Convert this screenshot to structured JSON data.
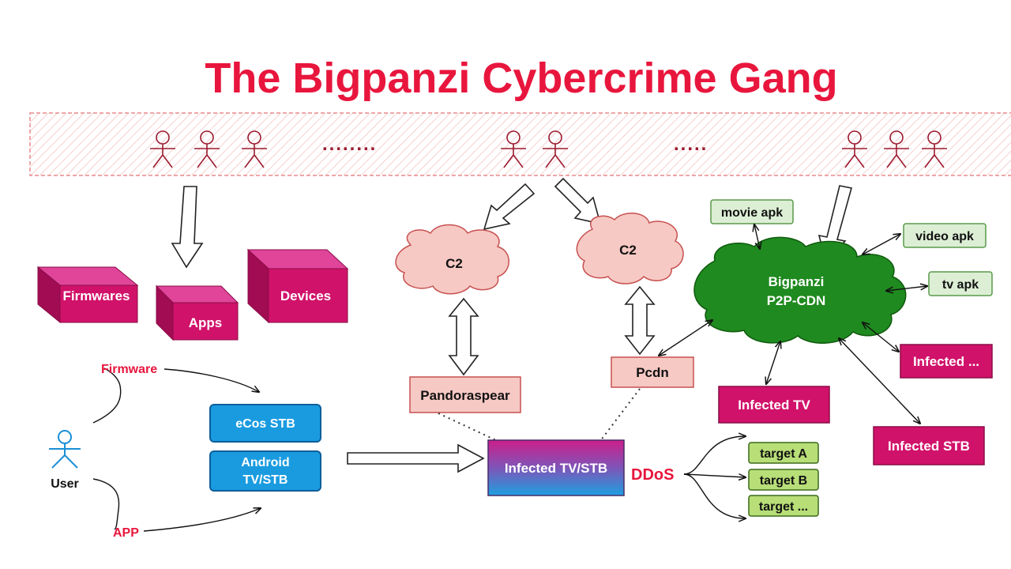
{
  "title": "The Bigpanzi Cybercrime Gang",
  "banner": {
    "dots_left": "........",
    "dots_right": "....."
  },
  "nodes": {
    "firmwares": "Firmwares",
    "apps": "Apps",
    "devices": "Devices",
    "firmware_label": "Firmware",
    "app_label": "APP",
    "user": "User",
    "ecos": "eCos STB",
    "android_line1": "Android",
    "android_line2": "TV/STB",
    "c2_left": "C2",
    "c2_right": "C2",
    "pandoraspear": "Pandoraspear",
    "pcdn": "Pcdn",
    "infected_center": "Infected TV/STB",
    "ddos": "DDoS",
    "target_a": "target A",
    "target_b": "target B",
    "target_more": "target ...",
    "cdn_line1": "Bigpanzi",
    "cdn_line2": "P2P-CDN",
    "movie_apk": "movie apk",
    "video_apk": "video apk",
    "tv_apk": "tv apk",
    "infected_more": "Infected ...",
    "infected_tv": "Infected TV",
    "infected_stb": "Infected STB"
  },
  "colors": {
    "title": "#e8163d",
    "magenta": "#d1126a",
    "blue": "#1a9be0",
    "cloud_pink": "#f7c9c4",
    "cdn_green": "#1f8a1f",
    "apk_green": "#dcefd5",
    "target_green": "#b8de78"
  }
}
